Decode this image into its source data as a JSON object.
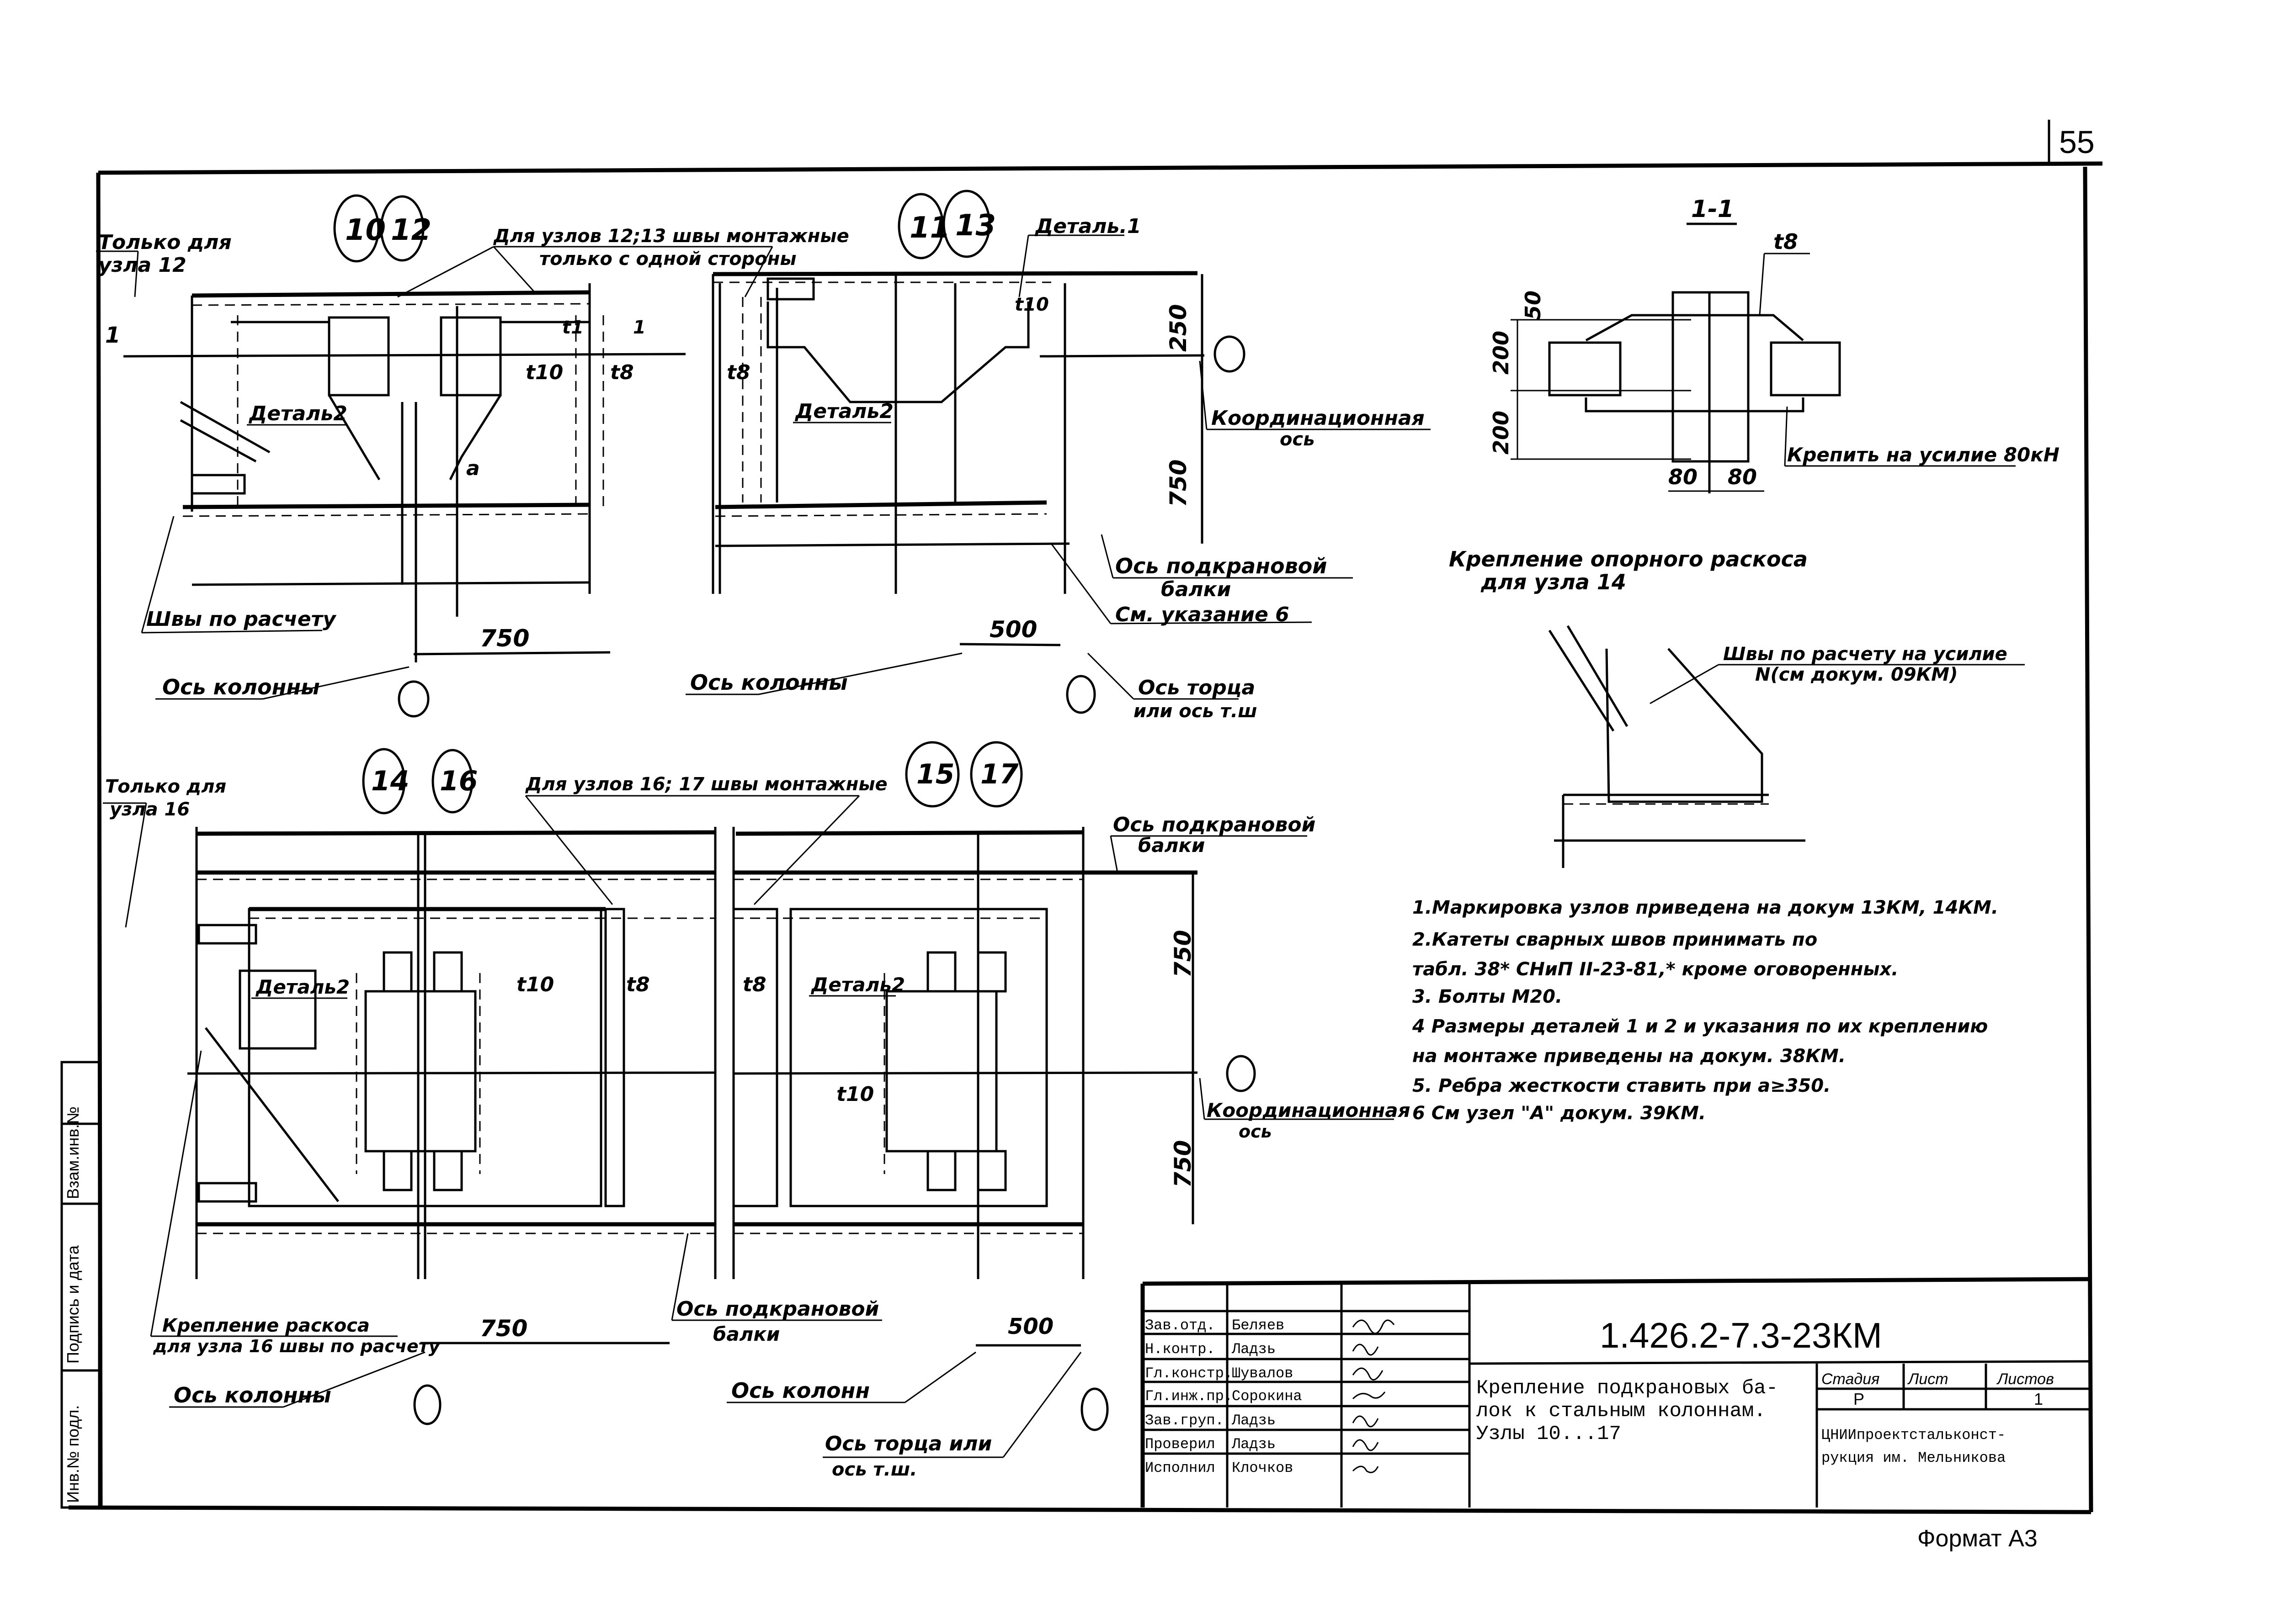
{
  "sheet": {
    "page_number": "55",
    "format": "Формат А3",
    "document_code": "1.426.2-7.3-23КМ",
    "title_lines": [
      "Крепление подкрановых ба-",
      "лок к стальным колоннам.",
      "Узлы 10...17"
    ],
    "organization_lines": [
      "ЦНИИпроектстальконст-",
      "рукция им. Мельникова"
    ],
    "stage_header": "Стадия",
    "sheet_header": "Лист",
    "sheets_header": "Листов",
    "stage_value": "Р",
    "sheet_value": "",
    "sheets_value": "1",
    "signatures": [
      {
        "role": "Зав.отд.",
        "name": "Беляев"
      },
      {
        "role": "Н.контр.",
        "name": "Ладзь"
      },
      {
        "role": "Гл.констр.",
        "name": "Шувалов"
      },
      {
        "role": "Гл.инж.пр.",
        "name": "Сорокина"
      },
      {
        "role": "Зав.груп.",
        "name": "Ладзь"
      },
      {
        "role": "Проверил",
        "name": "Ладзь"
      },
      {
        "role": "Исполнил",
        "name": "Клочков"
      }
    ],
    "side_stamp": [
      "Инв.№ подл.",
      "Подпись и дата",
      "Взам.инв.№"
    ]
  },
  "top_left_view": {
    "node_ids": [
      "10",
      "12"
    ],
    "note_only_for": [
      "Только для",
      "узла 12"
    ],
    "note_field_welds": [
      "Для узлов 12;13 швы монтажные",
      "только с одной стороны"
    ],
    "section_mark": "1",
    "detail_label": "Деталь2",
    "thickness_labels": [
      "t10",
      "t8",
      "t1"
    ],
    "dim_a": "a",
    "note_welds": "Швы по расчету",
    "dim_span": "750",
    "axis_column": "Ось колонны"
  },
  "top_right_view": {
    "node_ids": [
      "11",
      "13"
    ],
    "detail1_label": "Деталь.1",
    "detail2_label": "Деталь2",
    "thickness_label": "t8",
    "t10_mark": "t10",
    "dim_top": "250",
    "dim_bottom": "750",
    "axis_coord": [
      "Координационная",
      "ось"
    ],
    "axis_beam": [
      "Ось подкрановой",
      "балки"
    ],
    "see_note": "См. указание 6",
    "dim_span": "500",
    "axis_column": "Ось колонны",
    "axis_end": [
      "Ось торца",
      "или ось т.ш"
    ]
  },
  "section_1_1": {
    "title": "1-1",
    "thickness_label": "t8",
    "dims_vertical": [
      "50",
      "200",
      "200"
    ],
    "dims_horizontal": [
      "80",
      "80"
    ],
    "note_force": "Крепить на усилие 80кН",
    "caption": [
      "Крепление опорного раскоса",
      "для узла 14"
    ]
  },
  "brace_detail": {
    "note": [
      "Швы по расчету на усилие",
      "N(см докум. 09КМ)"
    ]
  },
  "notes": [
    "1.Маркировка узлов приведена на докум 13КМ, 14КМ.",
    "2.Катеты сварных швов принимать по",
    "табл. 38* СНиП II-23-81,* кроме оговоренных.",
    "3. Болты М20.",
    "4 Размеры деталей 1 и 2 и указания по их креплению",
    "на монтаже приведены на докум. 38КМ.",
    "5. Ребра жесткости ставить при a≥350.",
    "6 См узел \"А\" докум. 39КМ."
  ],
  "bottom_left_view": {
    "node_ids": [
      "14",
      "16"
    ],
    "note_only_for": [
      "Только для",
      "узла 16"
    ],
    "note_field_welds": "Для узлов 16; 17 швы монтажные",
    "detail_label": "Деталь2",
    "thickness_labels": [
      "t10",
      "t8"
    ],
    "note_brace": [
      "Крепление раскоса",
      "для узла 16 швы по расчету"
    ],
    "dim_span": "750",
    "axis_column": "Ось колонны",
    "axis_beam": [
      "Ось подкрановой",
      "балки"
    ]
  },
  "bottom_right_view": {
    "node_ids": [
      "15",
      "17"
    ],
    "detail_label": "Деталь2",
    "thickness_labels": [
      "t8",
      "t10"
    ],
    "axis_beam": [
      "Ось подкрановой",
      "балки"
    ],
    "dim_top": "750",
    "dim_bottom": "750",
    "axis_coord": [
      "Координационная",
      "ось"
    ],
    "dim_span": "500",
    "axis_column": "Ось колонн",
    "axis_end": [
      "Ось торца или",
      "ось т.ш."
    ]
  }
}
